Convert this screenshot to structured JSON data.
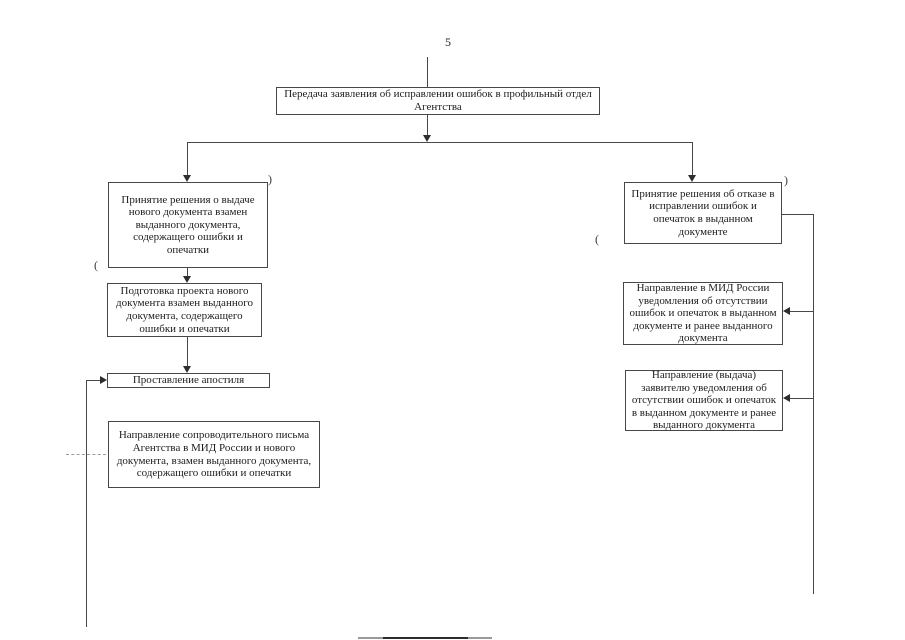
{
  "page": {
    "number": "5",
    "background_color": "#ffffff",
    "ink_color": "#1d1d1d",
    "line_color": "#484848"
  },
  "flowchart": {
    "top_node": {
      "label": "Передача заявления об исправлении ошибок в профильный отдел Агентства"
    },
    "left_branch": {
      "decision_new_document": {
        "label": "Принятие решения о выдаче нового документа взамен выданного документа, содержащего ошибки и опечатки"
      },
      "draft_document": {
        "label": "Подготовка проекта нового документа взамен выданного документа, содержащего ошибки и опечатки"
      },
      "apostille": {
        "label": "Проставление апостиля"
      },
      "cover_letter": {
        "label": "Направление сопроводительного письма Агентства в МИД России и нового документа, взамен выданного документа, содержащего ошибки и опечатки"
      }
    },
    "right_branch": {
      "refusal_decision": {
        "label": "Принятие решения об отказе в исправлении ошибок и опечаток в выданном документе"
      },
      "notice_mid": {
        "label": "Направление в МИД России уведомления об отсутствии ошибок и опечаток в выданном документе и ранее выданного документа"
      },
      "notice_applicant": {
        "label": "Направление (выдача) заявителю уведомления об отсутствии ошибок и опечаток в выданном документе и ранее выданного документа"
      }
    },
    "marks": {
      "open_paren": "(",
      "close_paren": ")"
    }
  }
}
